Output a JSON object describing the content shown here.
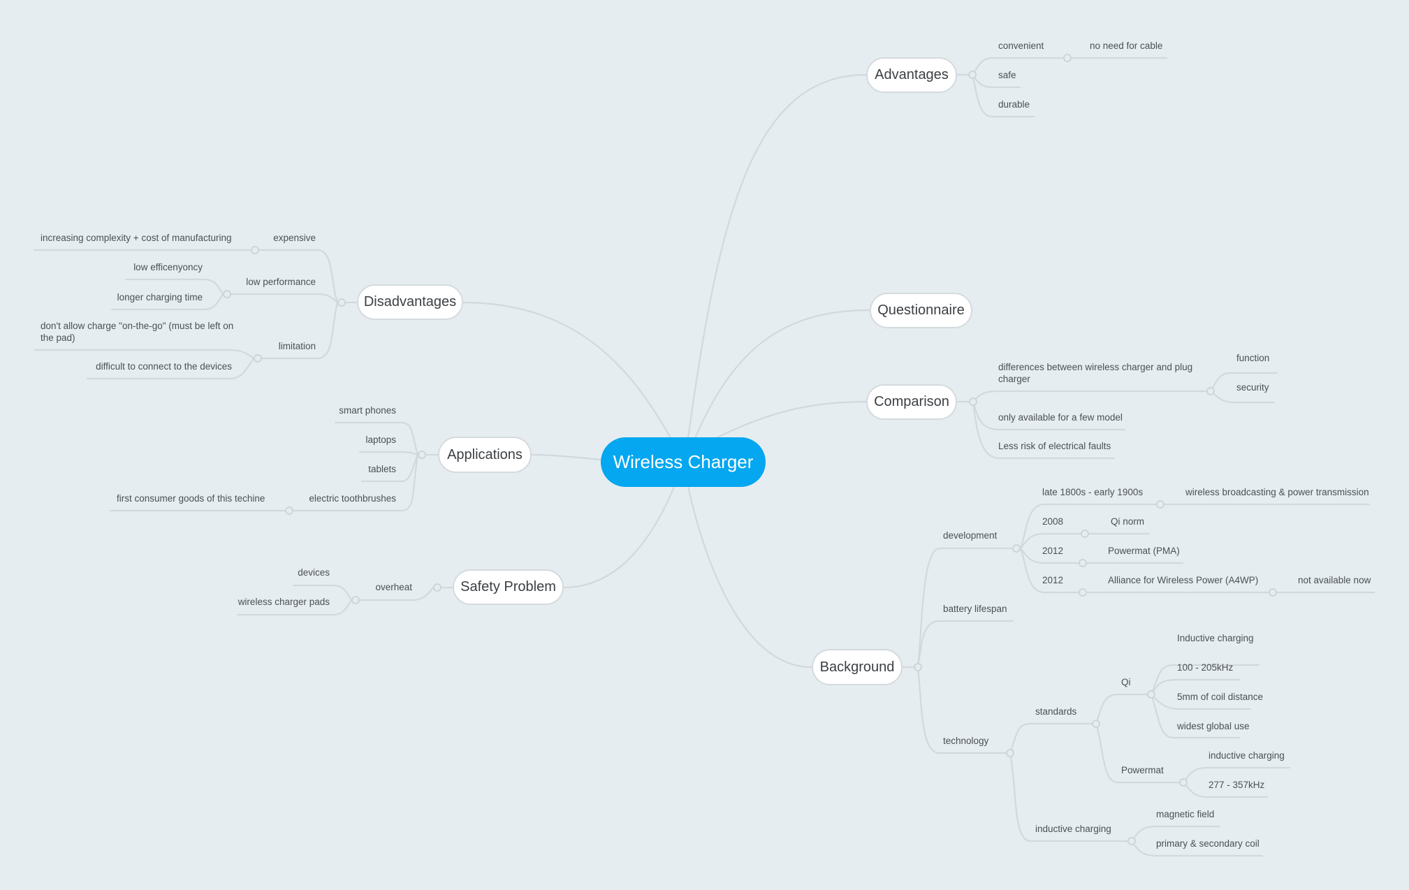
{
  "map": {
    "root": "Wireless Charger",
    "colors": {
      "background": "#e6edf0",
      "root_fill": "#04a7f0",
      "line": "#d2d9dd",
      "node_border": "#d4dade",
      "text": "#4a4f53"
    },
    "branches": {
      "advantages": {
        "label": "Advantages",
        "children": {
          "convenient": "convenient",
          "convenient_child": "no need for cable",
          "safe": "safe",
          "durable": "durable"
        }
      },
      "questionnaire": {
        "label": "Questionnaire"
      },
      "comparison": {
        "label": "Comparison",
        "children": {
          "differences": "differences between wireless charger  and plug charger",
          "function": "function",
          "security": "security",
          "few_model": "only available for a few model",
          "less_risk": "Less risk of electrical faults"
        }
      },
      "background": {
        "label": "Background",
        "development": {
          "label": "development",
          "items": {
            "late1800s": "late 1800s - early 1900s",
            "late1800s_child": "wireless broadcasting & power transmission",
            "y2008": "2008",
            "y2008_child": "Qi norm",
            "y2012a": "2012",
            "y2012a_child": "Powermat (PMA)",
            "y2012b": "2012",
            "y2012b_child": "Alliance for Wireless Power (A4WP)",
            "y2012b_grandchild": "not available now"
          }
        },
        "battery": "battery lifespan",
        "technology": {
          "label": "technology",
          "standards": "standards",
          "qi": "Qi",
          "qi_items": {
            "a": "Inductive charging",
            "b": "100 - 205kHz",
            "c": "5mm of coil distance",
            "d": "widest global use"
          },
          "powermat": "Powermat",
          "powermat_items": {
            "a": "inductive charging",
            "b": "277 - 357kHz"
          },
          "inductive": "inductive charging",
          "inductive_items": {
            "a": "magnetic field",
            "b": "primary & secondary coil"
          }
        }
      },
      "disadvantages": {
        "label": "Disadvantages",
        "expensive": "expensive",
        "expensive_child": "increasing complexity + cost of manufacturing",
        "low_performance": "low performance",
        "low_eff": "low efficenyoncy",
        "longer_time": "longer charging time",
        "limitation": "limitation",
        "on_the_go": "don't allow charge \"on-the-go\" (must be left on the pad)",
        "difficult": "difficult to connect to the devices"
      },
      "applications": {
        "label": "Applications",
        "smart_phones": "smart phones",
        "laptops": "laptops",
        "tablets": "tablets",
        "toothbrushes": "electric toothbrushes",
        "toothbrushes_child": "first consumer goods of this techine"
      },
      "safety": {
        "label": "Safety Problem",
        "overheat": "overheat",
        "devices": "devices",
        "pads": "wireless charger pads"
      }
    }
  }
}
